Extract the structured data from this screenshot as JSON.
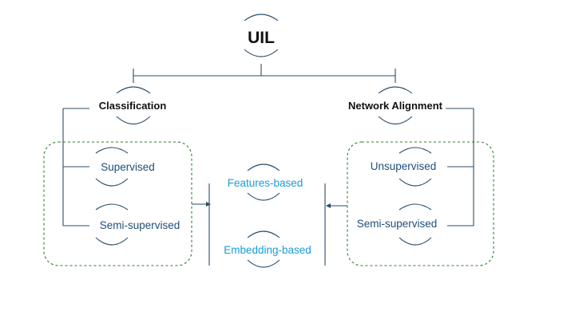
{
  "root": {
    "label": "UIL"
  },
  "branches": {
    "left": {
      "label": "Classification"
    },
    "right": {
      "label": "Network Alignment"
    }
  },
  "left_group": {
    "items": [
      {
        "label": "Supervised"
      },
      {
        "label": "Semi-supervised"
      }
    ]
  },
  "right_group": {
    "items": [
      {
        "label": "Unsupervised"
      },
      {
        "label": "Semi-supervised"
      }
    ]
  },
  "methods": [
    {
      "label": "Features-based"
    },
    {
      "label": "Embedding-based"
    }
  ],
  "colors": {
    "connector": "#2a4d69",
    "group_border": "#2e7d32",
    "leaf_text": "#1f4e79",
    "method_text": "#1a9bd7",
    "heading_text": "#111111"
  }
}
